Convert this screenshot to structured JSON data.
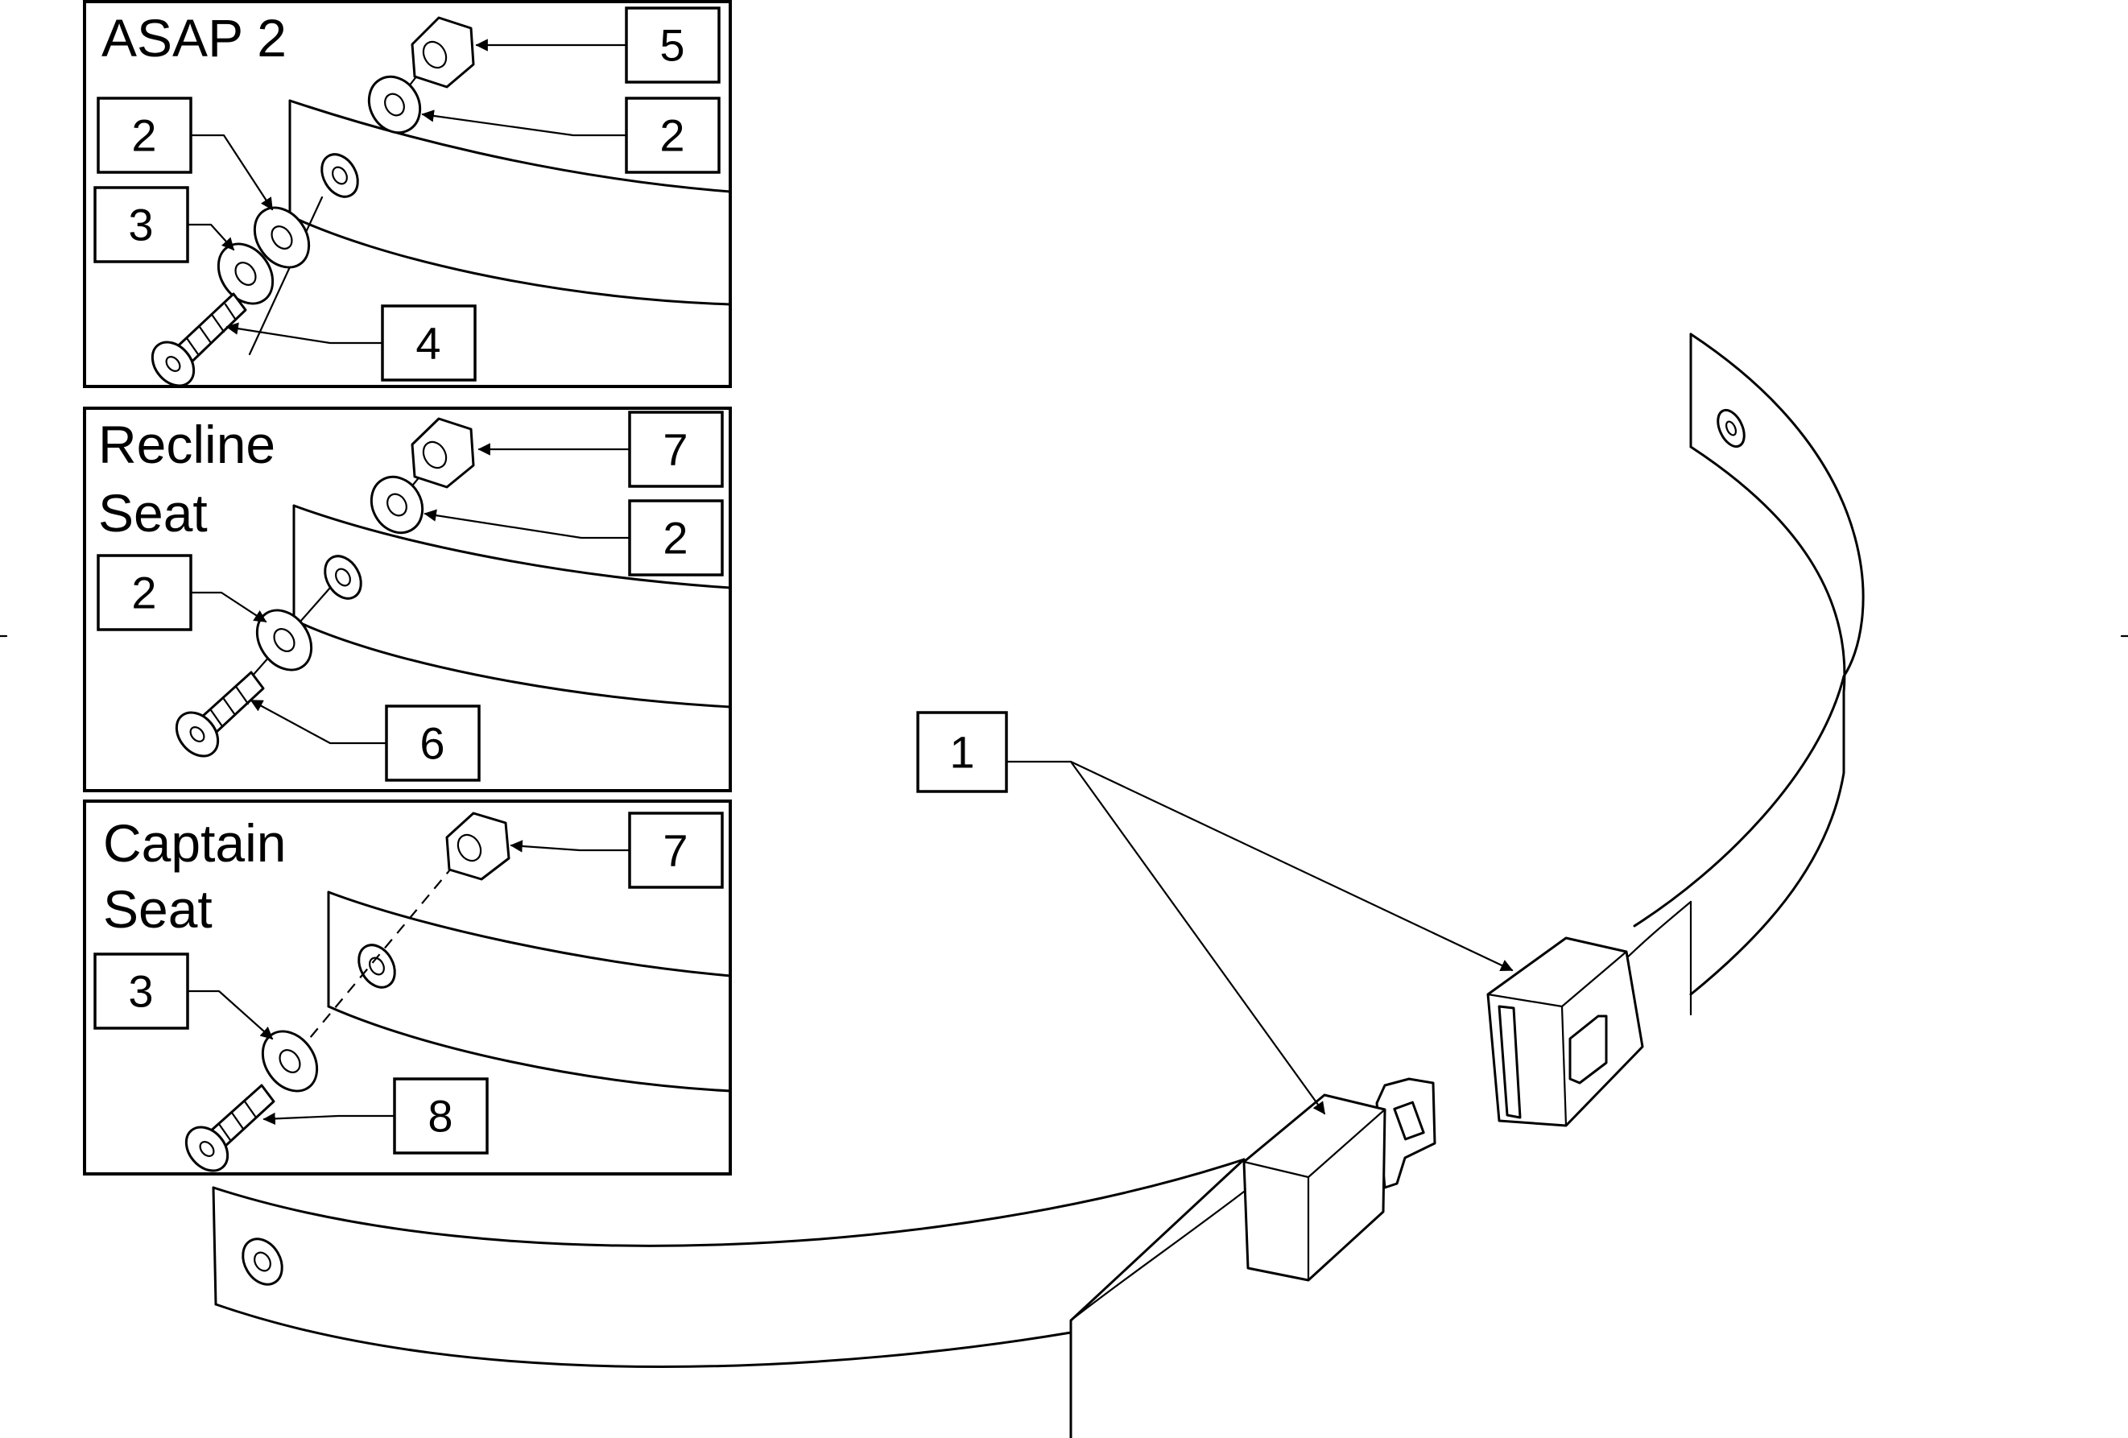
{
  "panels": {
    "asap2": {
      "title": "ASAP 2",
      "callouts": [
        "5",
        "2",
        "2",
        "3",
        "4"
      ]
    },
    "recline": {
      "title_line1": "Recline",
      "title_line2": "Seat",
      "callouts": [
        "7",
        "2",
        "2",
        "6"
      ]
    },
    "captain": {
      "title_line1": "Captain",
      "title_line2": "Seat",
      "callouts": [
        "7",
        "3",
        "8"
      ]
    }
  },
  "main": {
    "callout": "1"
  },
  "icons": [
    "hex-nut-icon",
    "washer-icon",
    "bolt-icon",
    "seat-belt-buckle-icon",
    "seat-belt-latch-icon",
    "strap-icon"
  ]
}
